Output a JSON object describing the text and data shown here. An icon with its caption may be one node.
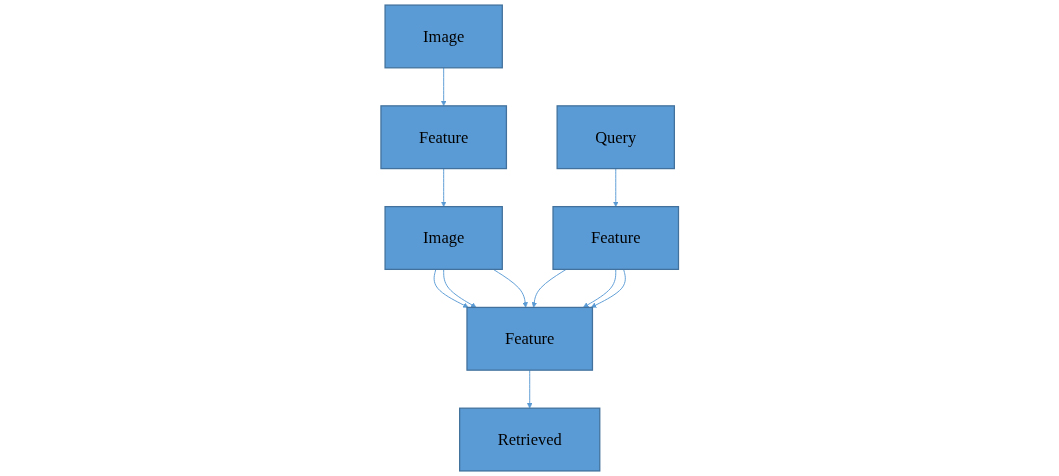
{
  "diagram": {
    "nodes": [
      {
        "text": [
          "Image"
        ]
      },
      {
        "text": [
          "Feature"
        ]
      },
      {
        "text": [
          "Retrieved"
        ]
      },
      {
        "text": [
          "Query"
        ]
      },
      {
        "text": [
          "Image"
        ]
      },
      {
        "text": [
          "Feature"
        ]
      },
      {
        "text": [
          "Feature"
        ]
      }
    ],
    "edges": [
      {
        "from": 0,
        "to": 1,
        "arrow": "to"
      },
      {
        "from": 1,
        "to": 4,
        "arrow": "to"
      },
      {
        "from": 4,
        "to": 5,
        "arrow": "to"
      },
      {
        "from": 4,
        "to": 5,
        "arrow": "to"
      },
      {
        "from": 4,
        "to": 5,
        "arrow": "to"
      },
      {
        "from": 5,
        "to": 2,
        "arrow": "to"
      },
      {
        "from": 3,
        "to": 6,
        "arrow": "to"
      },
      {
        "from": 6,
        "to": 5,
        "arrow": "to"
      },
      {
        "from": 6,
        "to": 5,
        "arrow": "to"
      },
      {
        "from": 6,
        "to": 5,
        "arrow": "to"
      }
    ]
  }
}
